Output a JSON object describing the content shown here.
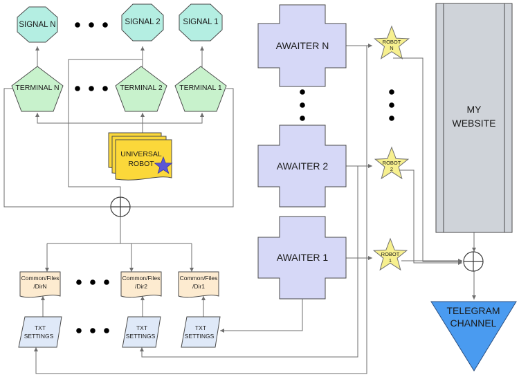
{
  "signals": {
    "n": "SIGNAL N",
    "s2": "SIGNAL 2",
    "s1": "SIGNAL 1"
  },
  "terminals": {
    "n": "TERMINAL N",
    "t2": "TERMINAL 2",
    "t1": "TERMINAL 1"
  },
  "universal_robot": {
    "line1": "UNIVERSAL",
    "line2": "ROBOT"
  },
  "folders": {
    "n": {
      "line1": "Common/Files",
      "line2": "/DirN"
    },
    "f2": {
      "line1": "Common/Files",
      "line2": "/Dir2"
    },
    "f1": {
      "line1": "Common/Files",
      "line2": "/Dir1"
    }
  },
  "settings": {
    "n": {
      "line1": "TXT",
      "line2": "SETTINGS"
    },
    "s2": {
      "line1": "TXT",
      "line2": "SETTINGS"
    },
    "s1": {
      "line1": "TXT",
      "line2": "SETTINGS"
    }
  },
  "awaiters": {
    "n": "AWAITER N",
    "a2": "AWAITER 2",
    "a1": "AWAITER 1"
  },
  "robots": {
    "n": {
      "line1": "ROBOT",
      "line2": "N"
    },
    "r2": {
      "line1": "ROBOT",
      "line2": "2"
    },
    "r1": {
      "line1": "ROBOT",
      "line2": "1"
    }
  },
  "website": {
    "line1": "MY",
    "line2": "WEBSITE"
  },
  "telegram": {
    "line1": "TELEGRAM",
    "line2": "CHANNEL"
  },
  "colors": {
    "signal_fill": "#b4eee2",
    "terminal_fill": "#c8f2cc",
    "robot_doc_fill": "#fbd83a",
    "folder_fill": "#fdebd0",
    "settings_fill": "#dfe9f8",
    "awaiter_fill": "#d6d8f7",
    "star_fill": "#f7f08f",
    "website_fill": "#cfd3d9",
    "telegram_fill": "#4a9bf0",
    "blue_star": "#5b57d6"
  }
}
